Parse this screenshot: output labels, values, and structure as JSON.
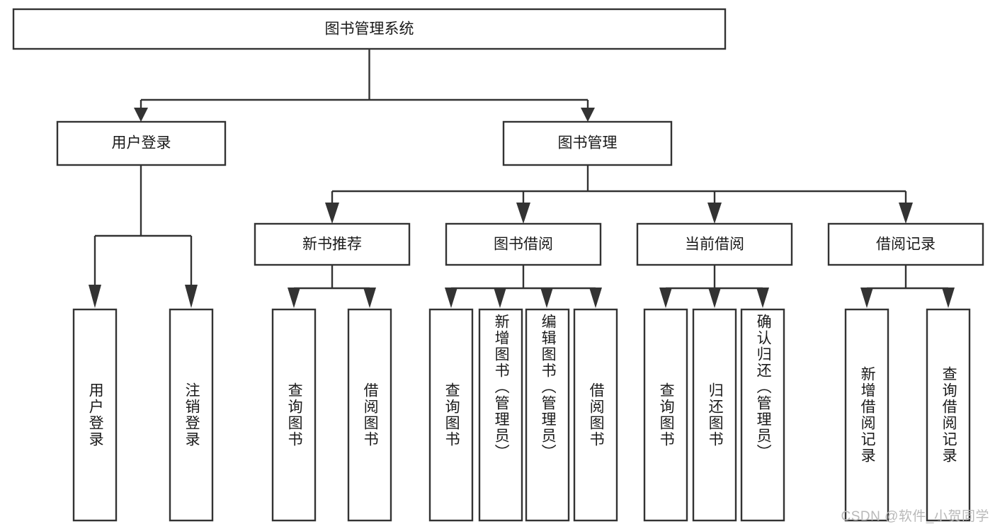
{
  "diagram": {
    "type": "tree",
    "title": "图书管理系统",
    "watermark": "CSDN @软件_小贺同学",
    "colors": {
      "box_stroke": "#333333",
      "box_fill": "#ffffff",
      "text": "#1a1a1a",
      "watermark": "#b9b9b9",
      "background": "#ffffff"
    },
    "root": {
      "label": "图书管理系统"
    },
    "level2": [
      {
        "label": "用户登录"
      },
      {
        "label": "图书管理"
      }
    ],
    "level3": [
      {
        "label": "新书推荐"
      },
      {
        "label": "图书借阅"
      },
      {
        "label": "当前借阅"
      },
      {
        "label": "借阅记录"
      }
    ],
    "leaves": [
      {
        "label": "用户登录",
        "parent": "用户登录"
      },
      {
        "label": "注销登录",
        "parent": "用户登录"
      },
      {
        "label": "查询图书",
        "parent": "新书推荐"
      },
      {
        "label": "借阅图书",
        "parent": "新书推荐"
      },
      {
        "label": "查询图书",
        "parent": "图书借阅"
      },
      {
        "label": "新增图书（管理员）",
        "parent": "图书借阅"
      },
      {
        "label": "编辑图书（管理员）",
        "parent": "图书借阅"
      },
      {
        "label": "借阅图书",
        "parent": "图书借阅"
      },
      {
        "label": "查询图书",
        "parent": "当前借阅"
      },
      {
        "label": "归还图书",
        "parent": "当前借阅"
      },
      {
        "label": "确认归还（管理员）",
        "parent": "当前借阅"
      },
      {
        "label": "新增借阅记录",
        "parent": "借阅记录"
      },
      {
        "label": "查询借阅记录",
        "parent": "借阅记录"
      }
    ]
  }
}
